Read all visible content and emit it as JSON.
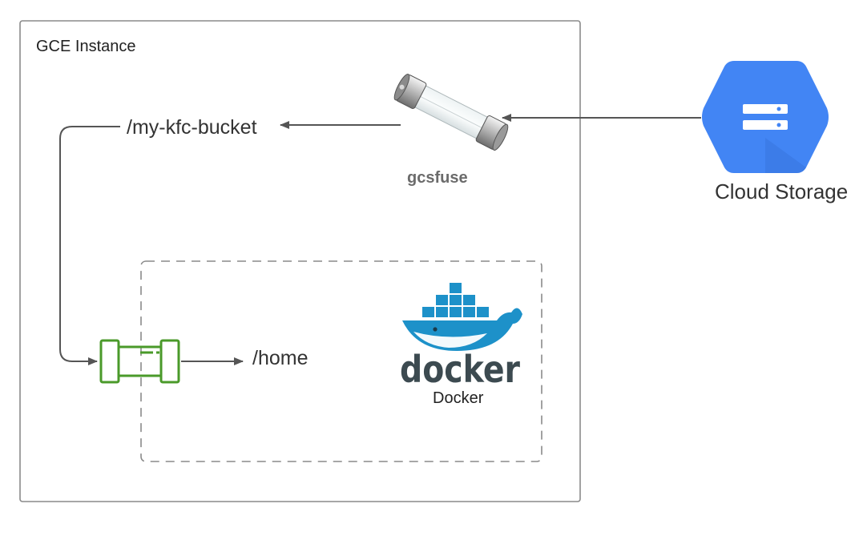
{
  "gce": {
    "title": "GCE Instance"
  },
  "bucket": {
    "path": "/my-kfc-bucket"
  },
  "gcsfuse": {
    "label": "gcsfuse",
    "icon": "fuse-icon"
  },
  "cloud_storage": {
    "label": "Cloud Storage",
    "icon": "cloud-storage-icon",
    "color": "#4285f4"
  },
  "container": {
    "mount_path": "/home",
    "icon": "volume-mount-icon",
    "color": "#4a9a2a"
  },
  "docker": {
    "logo_text": "docker",
    "label": "Docker",
    "icon": "docker-whale-icon",
    "color": "#1d91c9"
  }
}
